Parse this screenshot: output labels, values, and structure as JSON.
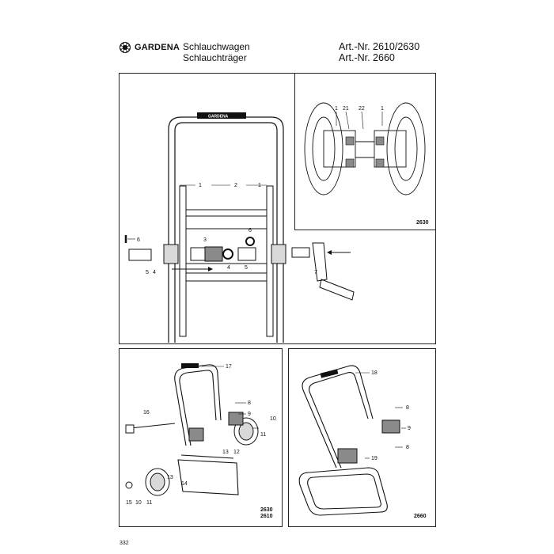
{
  "header": {
    "brand": "GARDENA",
    "product_line_1": "Schlauchwagen",
    "product_line_2": "Schlauchträger",
    "article_1": "Art.-Nr. 2610/2630",
    "article_2": "Art.-Nr. 2660"
  },
  "footer": {
    "page_number": "332"
  },
  "main_panel": {
    "frame_brand": "GARDENA",
    "labels": {
      "l1a": "1",
      "l2": "2",
      "l1b": "1",
      "l6a": "6",
      "l3": "3",
      "l6b": "6",
      "l5a": "5",
      "l4a": "4",
      "l4b": "4",
      "l5b": "5",
      "l7": "7"
    }
  },
  "reel_panel": {
    "labels": {
      "l1a": "1",
      "l21": "21",
      "l22": "22",
      "l1b": "1"
    },
    "model": "2630"
  },
  "cart_panel": {
    "labels": {
      "l17": "17",
      "l16": "16",
      "l8": "8",
      "l9": "9",
      "l10a": "10",
      "l11a": "11",
      "l13a": "13",
      "l12": "12",
      "l13b": "13",
      "l14": "14",
      "l15": "15",
      "l10b": "10",
      "l11b": "11"
    },
    "model_1": "2630",
    "model_2": "2610"
  },
  "stand_panel": {
    "labels": {
      "l18": "18",
      "l8a": "8",
      "l9": "9",
      "l8b": "8",
      "l19": "19"
    },
    "model": "2660"
  },
  "colors": {
    "line": "#111111",
    "grey": "#8a8a8a",
    "light_grey": "#d9d9d9"
  }
}
